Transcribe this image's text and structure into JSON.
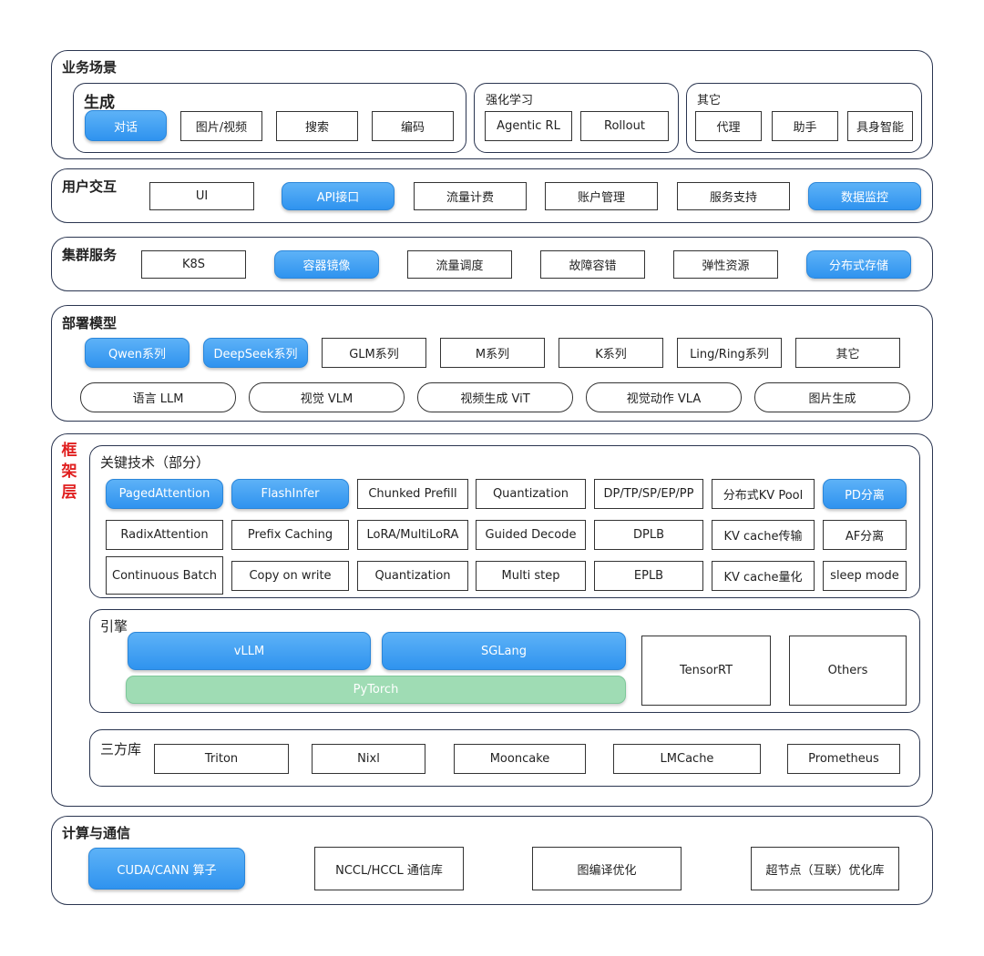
{
  "business": {
    "title": "业务场景",
    "gen": {
      "title": "生成",
      "items": [
        "对话",
        "图片/视频",
        "搜索",
        "编码"
      ]
    },
    "rl": {
      "title": "强化学习",
      "items": [
        "Agentic RL",
        "Rollout"
      ]
    },
    "other": {
      "title": "其它",
      "items": [
        "代理",
        "助手",
        "具身智能"
      ]
    }
  },
  "interaction": {
    "title": "用户交互",
    "items": [
      "UI",
      "API接口",
      "流量计费",
      "账户管理",
      "服务支持",
      "数据监控"
    ]
  },
  "cluster": {
    "title": "集群服务",
    "items": [
      "K8S",
      "容器镜像",
      "流量调度",
      "故障容错",
      "弹性资源",
      "分布式存储"
    ]
  },
  "deploy": {
    "title": "部署模型",
    "models": [
      "Qwen系列",
      "DeepSeek系列",
      "GLM系列",
      "M系列",
      "K系列",
      "Ling/Ring系列",
      "其它"
    ],
    "types": [
      "语言 LLM",
      "视觉 VLM",
      "视频生成 ViT",
      "视觉动作 VLA",
      "图片生成"
    ]
  },
  "framework": {
    "title": "框架层",
    "title_chars": [
      "框",
      "架",
      "层"
    ],
    "tech": {
      "title": "关键技术（部分）",
      "rows": [
        [
          "PagedAttention",
          "FlashInfer",
          "Chunked Prefill",
          "Quantization",
          "DP/TP/SP/EP/PP",
          "分布式KV Pool",
          "PD分离"
        ],
        [
          "RadixAttention",
          "Prefix Caching",
          "LoRA/MultiLoRA",
          "Guided Decode",
          "DPLB",
          "KV cache传输",
          "AF分离"
        ],
        [
          "Continuous Batch",
          "Copy on write",
          "Quantization",
          "Multi step",
          "EPLB",
          "KV cache量化",
          "sleep mode"
        ]
      ]
    },
    "engine": {
      "title": "引擎",
      "vllm": "vLLM",
      "sglang": "SGLang",
      "pytorch": "PyTorch",
      "tensorrt": "TensorRT",
      "others": "Others"
    },
    "thirdparty": {
      "title": "三方库",
      "items": [
        "Triton",
        "Nixl",
        "Mooncake",
        "LMCache",
        "Prometheus"
      ]
    }
  },
  "compute": {
    "title": "计算与通信",
    "items": [
      "CUDA/CANN 算子",
      "NCCL/HCCL 通信库",
      "图编译优化",
      "超节点（互联）优化库"
    ]
  },
  "colors": {
    "blue": "#3a9cf2",
    "green": "#9fdcb4",
    "border": "#2a3550",
    "framework_title": "#e02020"
  }
}
